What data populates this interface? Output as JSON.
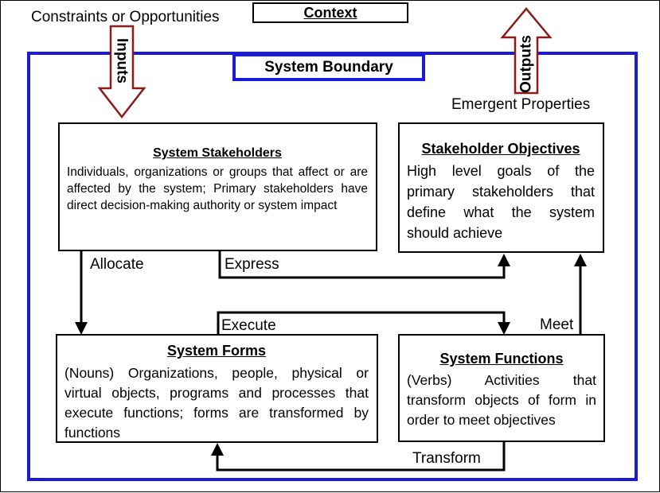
{
  "context_label": "Context",
  "constraints_label": "Constraints or Opportunities",
  "inputs_label": "Inputs",
  "outputs_label": "Outputs",
  "system_boundary_label": "System Boundary",
  "emergent_label": "Emergent Properties",
  "stakeholders": {
    "title": "System Stakeholders",
    "body": "Individuals, organizations or groups that affect or are affected by the system; Primary stakeholders have direct decision-making authority or system impact"
  },
  "objectives": {
    "title": "Stakeholder Objectives",
    "body": "High level goals of the primary stakeholders that define what the system should achieve"
  },
  "forms": {
    "title": "System Forms",
    "body": "(Nouns) Organizations, people, physical or virtual objects, programs and processes that execute functions; forms are transformed by functions"
  },
  "functions": {
    "title": "System Functions",
    "body": "(Verbs) Activities that transform objects of form in order to meet objectives"
  },
  "edges": {
    "allocate": "Allocate",
    "express": "Express",
    "execute": "Execute",
    "meet": "Meet",
    "transform": "Transform"
  },
  "colors": {
    "boundary": "#1a1adb",
    "arrow_outline": "#8b1a1a"
  }
}
